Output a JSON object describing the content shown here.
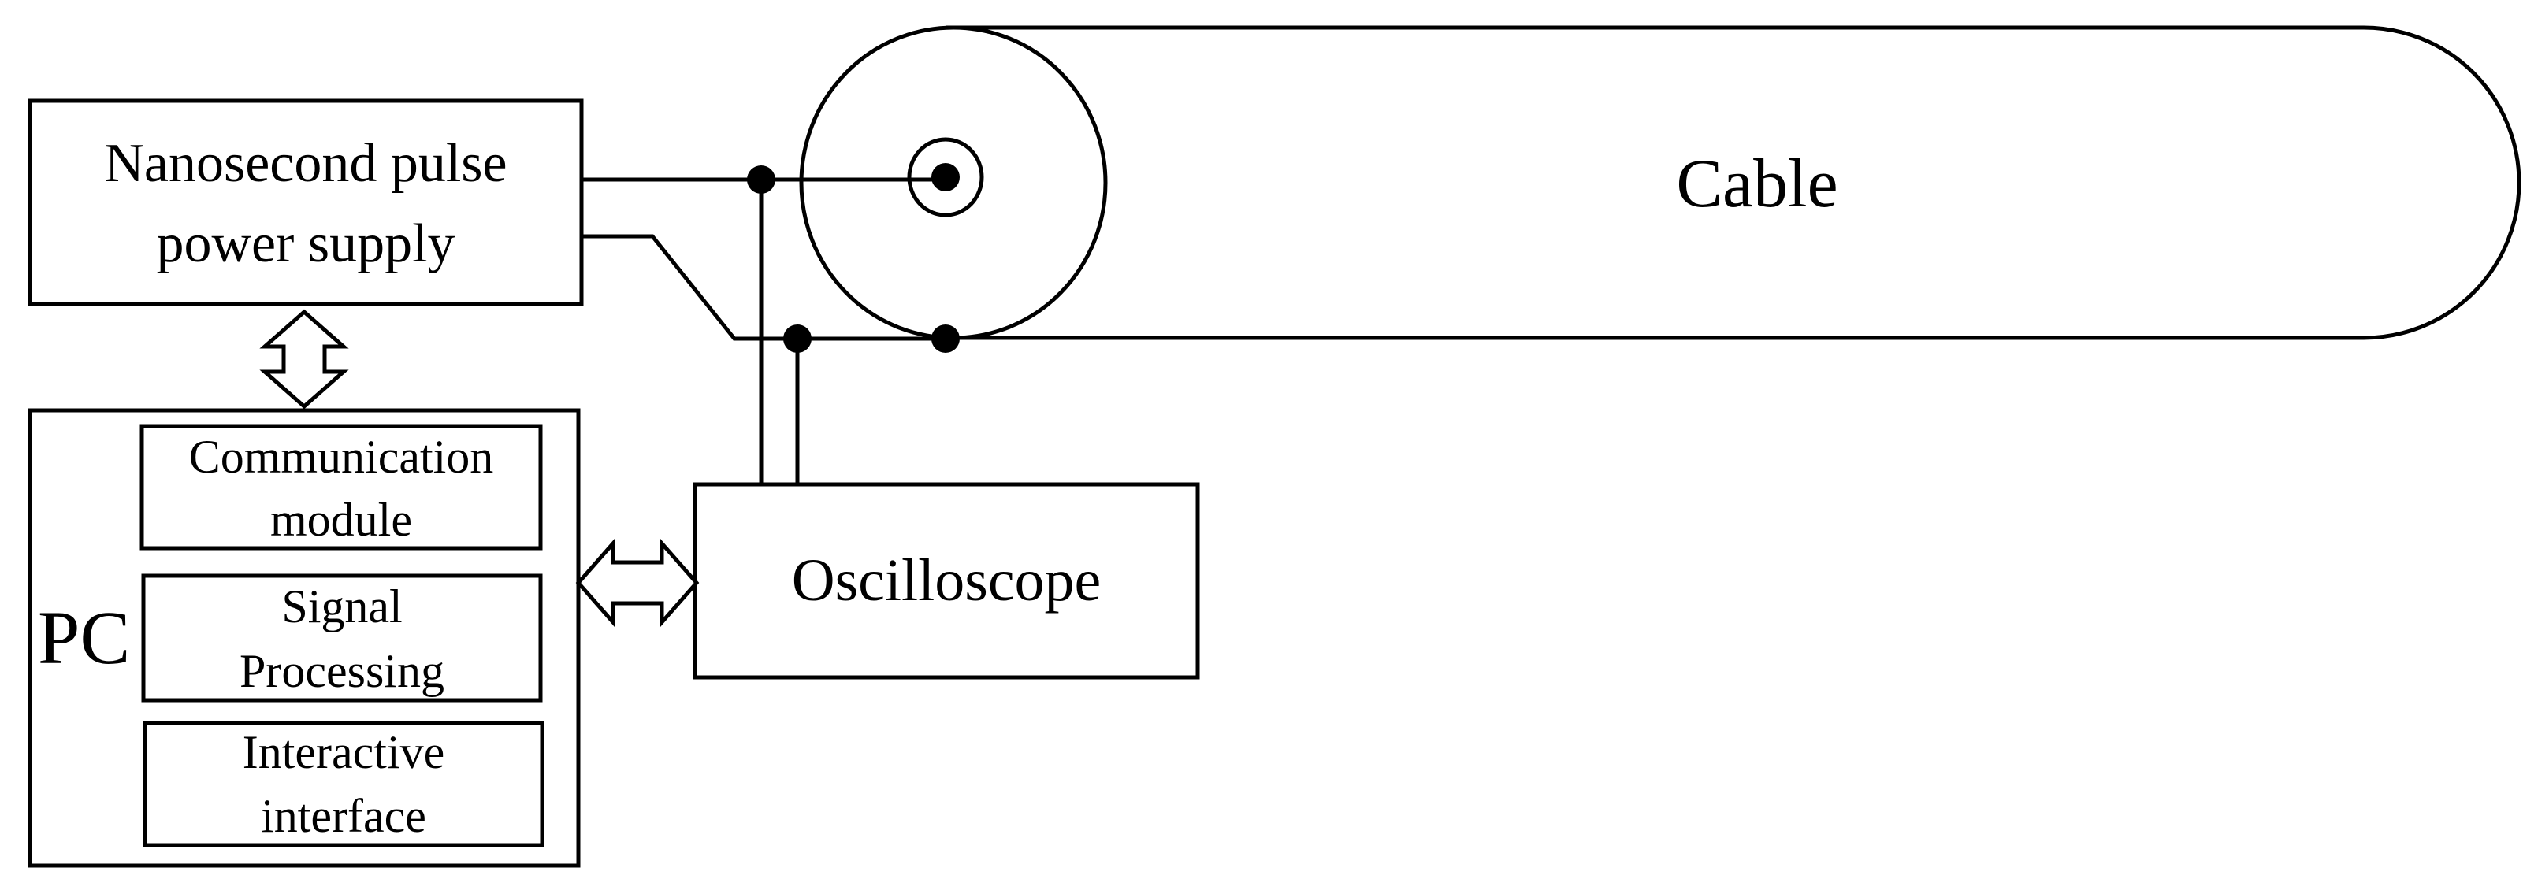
{
  "boxes": {
    "power_supply": {
      "line1": "Nanosecond pulse",
      "line2": "power supply"
    },
    "pc": {
      "label": "PC",
      "modules": [
        {
          "line1": "Communication",
          "line2": "module"
        },
        {
          "line1": "Signal",
          "line2": "Processing"
        },
        {
          "line1": "Interactive",
          "line2": "interface"
        }
      ]
    },
    "oscilloscope": {
      "label": "Oscilloscope"
    },
    "cable": {
      "label": "Cable"
    }
  }
}
